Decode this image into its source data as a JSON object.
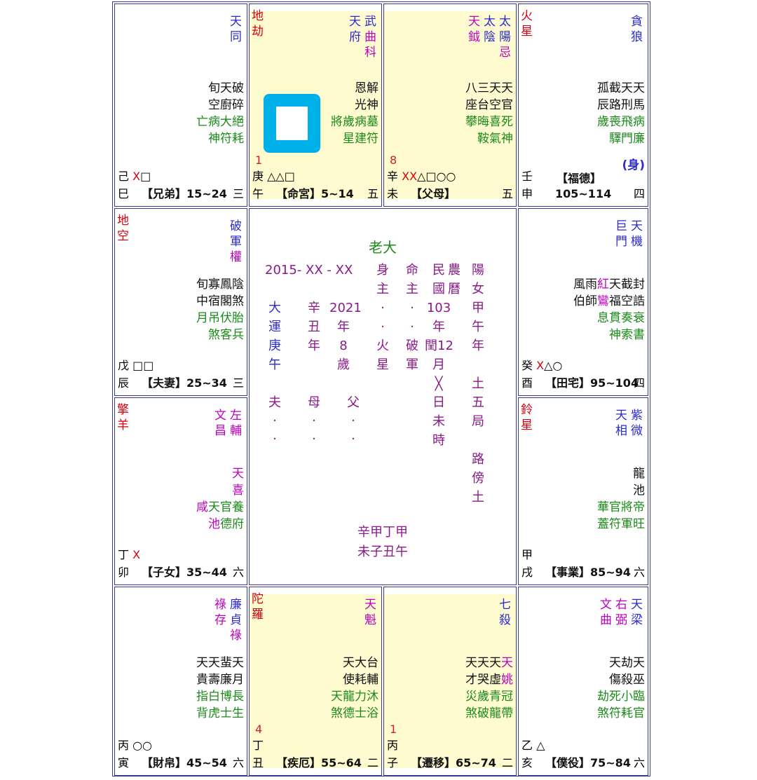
{
  "palaces": {
    "si": {
      "top_cols": [
        [
          "天",
          "同"
        ]
      ],
      "top_colors": [
        "blue"
      ],
      "stars": [
        [
          "旬天破",
          "black"
        ],
        [
          "空廚碎",
          "black"
        ],
        [
          "亡病大絕",
          "green"
        ],
        [
          "神符耗",
          "green"
        ]
      ],
      "stem": "己",
      "stem_marks": "X□",
      "branch": "巳",
      "name": "【兄弟】15~24",
      "num": "三"
    },
    "wu": {
      "left_col": [
        "地",
        "劫"
      ],
      "top_cols": [
        [
          "天",
          "府"
        ],
        [
          "武",
          "曲",
          "科"
        ]
      ],
      "stars": [
        [
          "恩解",
          "black"
        ],
        [
          "光神",
          "black"
        ],
        [
          "將歲病墓",
          "green"
        ],
        [
          "星建符",
          "green"
        ]
      ],
      "count": "1",
      "stem": "庚",
      "stem_marks": "△△□",
      "branch": "午",
      "name": "【命宮】5~14",
      "num": "五"
    },
    "wei": {
      "top_cols": [
        [
          "天",
          "鉞"
        ],
        [
          "太",
          "陰"
        ],
        [
          "太",
          "陽",
          "忌"
        ]
      ],
      "stars": [
        [
          "八三天天",
          "black"
        ],
        [
          "座台空官",
          "black"
        ],
        [
          "攀晦喜死",
          "green"
        ],
        [
          "鞍氣神",
          "green"
        ]
      ],
      "count": "8",
      "stem": "辛",
      "stem_marks": "XX△□○○",
      "branch": "未",
      "name": "【父母】",
      "num": "五"
    },
    "shen": {
      "left_col": [
        "火",
        "星"
      ],
      "top_cols": [
        [
          "貪",
          "狼"
        ]
      ],
      "stars": [
        [
          "孤截天天",
          "black"
        ],
        [
          "辰路刑馬",
          "black"
        ],
        [
          "歲喪飛病",
          "green"
        ],
        [
          "驛門廉",
          "green"
        ]
      ],
      "stem": "壬",
      "body": "(身)",
      "branch": "申",
      "name": "【福德】",
      "name2": "105~114",
      "num": "四"
    },
    "chen": {
      "left_col": [
        "地",
        "空"
      ],
      "top_cols": [
        [
          "破",
          "軍",
          "權"
        ]
      ],
      "stars": [
        [
          "旬寡鳳陰",
          "black"
        ],
        [
          "中宿閣煞",
          "black"
        ],
        [
          "月吊伏胎",
          "green"
        ],
        [
          "煞客兵",
          "green"
        ]
      ],
      "stem": "戊",
      "stem_marks": "□□",
      "branch": "辰",
      "name": "【夫妻】25~34",
      "num": "三"
    },
    "you": {
      "top_cols": [
        [
          "巨",
          "門"
        ],
        [
          "天",
          "機"
        ]
      ],
      "stars": [
        [
          "風雨紅天截封",
          "black"
        ],
        [
          "伯師鸞福空誥",
          "black"
        ],
        [
          "息貫奏衰",
          "green"
        ],
        [
          "神索書",
          "green"
        ]
      ],
      "stem": "癸",
      "stem_marks": "X△○",
      "branch": "酉",
      "name": "【田宅】95~104",
      "num": "四"
    },
    "mao": {
      "left_col": [
        "擎",
        "羊"
      ],
      "top_cols": [
        [
          "文",
          "昌"
        ],
        [
          "左",
          "輔"
        ]
      ],
      "stars": [
        [
          "天",
          "magenta"
        ],
        [
          "喜",
          "magenta"
        ],
        [
          "咸天官養",
          "green"
        ],
        [
          "池德府",
          "green"
        ]
      ],
      "stem": "丁",
      "stem_marks": "X",
      "branch": "卯",
      "name": "【子女】35~44",
      "num": "六"
    },
    "xu": {
      "left_col": [
        "鈴",
        "星"
      ],
      "top_cols": [
        [
          "天",
          "相"
        ],
        [
          "紫",
          "微"
        ]
      ],
      "stars": [
        [
          "龍",
          "black"
        ],
        [
          "池",
          "black"
        ],
        [
          "華官將帝",
          "green"
        ],
        [
          "蓋符軍旺",
          "green"
        ]
      ],
      "stem": "甲",
      "branch": "戌",
      "name": "【事業】85~94",
      "num": "六"
    },
    "yin": {
      "top_cols": [
        [
          "祿",
          "存"
        ],
        [
          "廉",
          "貞",
          "祿"
        ]
      ],
      "stars": [
        [
          "天天蜚天",
          "black"
        ],
        [
          "貴壽廉月",
          "black"
        ],
        [
          "指白博長",
          "green"
        ],
        [
          "背虎士生",
          "green"
        ]
      ],
      "stem": "丙",
      "stem_marks": "○○",
      "branch": "寅",
      "name": "【財帛】45~54",
      "num": "六"
    },
    "chou": {
      "left_col": [
        "陀",
        "羅"
      ],
      "top_cols": [
        [
          "天",
          "魁"
        ]
      ],
      "stars": [
        [
          "天大台",
          "black"
        ],
        [
          "使耗輔",
          "black"
        ],
        [
          "天龍力沐",
          "green"
        ],
        [
          "煞德士浴",
          "green"
        ]
      ],
      "count": "4",
      "stem": "丁",
      "branch": "丑",
      "name": "【疾厄】55~64",
      "num": "二"
    },
    "zi": {
      "top_cols": [
        [
          "七",
          "殺"
        ]
      ],
      "stars": [
        [
          "天天天天",
          "black"
        ],
        [
          "才哭虛姚",
          "black"
        ],
        [
          "災歲青冠",
          "green"
        ],
        [
          "煞破龍帶",
          "green"
        ]
      ],
      "count": "1",
      "stem": "丙",
      "branch": "子",
      "name": "【遷移】65~74",
      "num": "二"
    },
    "hai": {
      "top_cols": [
        [
          "文",
          "曲"
        ],
        [
          "右",
          "弼"
        ],
        [
          "天",
          "梁"
        ]
      ],
      "stars": [
        [
          "天劫天",
          "black"
        ],
        [
          "傷殺巫",
          "black"
        ],
        [
          "劫死小臨",
          "green"
        ],
        [
          "煞符耗官",
          "green"
        ]
      ],
      "stem": "乙",
      "stem_marks": "△",
      "branch": "亥",
      "name": "【僕役】75~84",
      "num": "六"
    }
  },
  "center": {
    "title": "老大",
    "date": "2015- XX - XX",
    "cols": [
      [
        "大",
        "運",
        "庚",
        "午"
      ],
      [
        "辛",
        "丑",
        "年"
      ],
      [
        "2021",
        "年",
        "8",
        "歲"
      ],
      [
        "身",
        "主",
        "·",
        "·",
        "火",
        "星"
      ],
      [
        "命",
        "主",
        "·",
        "·",
        "破",
        "軍"
      ],
      [
        "民",
        "國",
        "103",
        "年",
        "閏12",
        "月",
        "╳",
        "日",
        "未",
        "時"
      ],
      [
        "農",
        "曆"
      ],
      [
        "陽",
        "女",
        "甲",
        "午",
        "年",
        "",
        "土",
        "五",
        "局",
        "",
        "路",
        "傍",
        "土"
      ]
    ],
    "family": [
      [
        "夫",
        "·",
        "·"
      ],
      [
        "母",
        "·",
        "·"
      ],
      [
        "父",
        "·",
        "·"
      ]
    ],
    "pillars_top": "辛甲丁甲",
    "pillars_bottom": "未子丑午"
  },
  "colors": {
    "border": "#3a3a8a",
    "highlight": "#fffbd0",
    "marker": "#00b0e8"
  }
}
